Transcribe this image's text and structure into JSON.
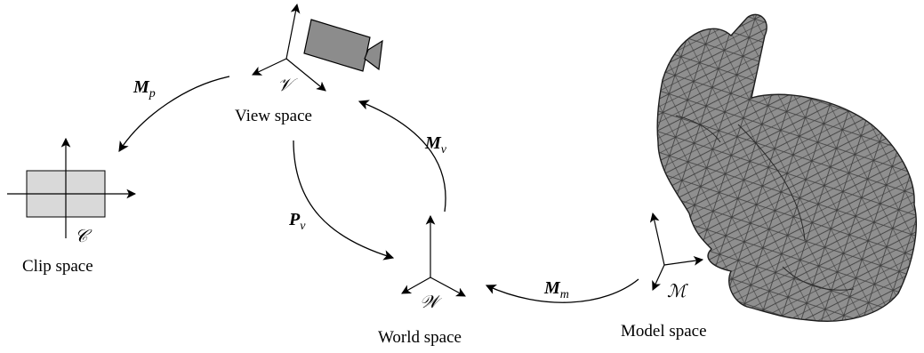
{
  "spaces": {
    "clip": {
      "label": "Clip space",
      "symbol": "𝒞"
    },
    "view": {
      "label": "View space",
      "symbol": "𝒱"
    },
    "world": {
      "label": "World space",
      "symbol": "𝒲"
    },
    "model": {
      "label": "Model space",
      "symbol": "ℳ"
    }
  },
  "transforms": {
    "projection": {
      "main": "M",
      "sub": "p"
    },
    "view": {
      "main": "M",
      "sub": "v"
    },
    "inverse_view": {
      "main": "P",
      "sub": "v"
    },
    "model": {
      "main": "M",
      "sub": "m"
    }
  },
  "colors": {
    "clip_box_fill": "#d9d9d9",
    "camera_fill": "#8c8c8c",
    "bunny_fill": "#8f8f8f",
    "bunny_mesh": "#3a3a3a",
    "stroke": "#000000"
  },
  "icons": [
    "camera-icon",
    "bunny-mesh-icon"
  ]
}
